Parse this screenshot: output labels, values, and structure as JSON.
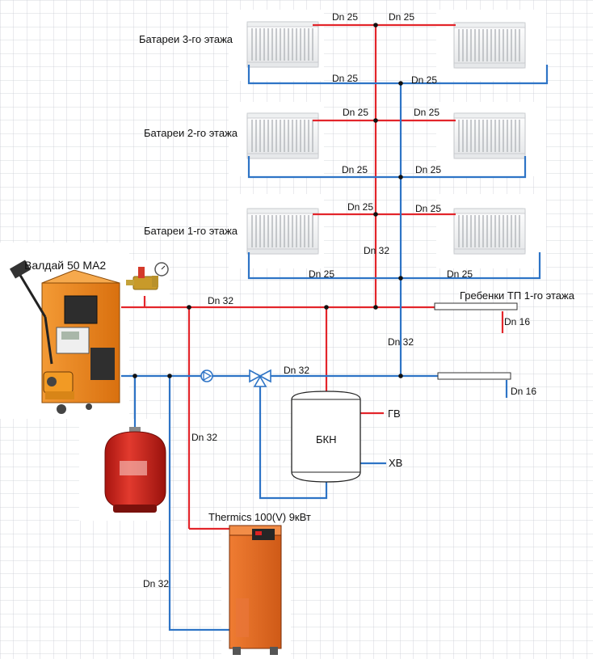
{
  "colors": {
    "supply": "#e3252b",
    "return": "#2e74c6",
    "grid": "#c9ccd3",
    "boiler_body": "#f08a1d",
    "tank_red": "#d92a22"
  },
  "floors": {
    "f3": {
      "label": "Батареи 3-го этажа",
      "sup_left": "Dn 25",
      "sup_right": "Dn 25",
      "ret_left": "Dn 25",
      "ret_right": "Dn 25"
    },
    "f2": {
      "label": "Батареи 2-го этажа",
      "sup_left": "Dn 25",
      "sup_right": "Dn 25",
      "ret_left": "Dn 25",
      "ret_right": "Dn 25"
    },
    "f1": {
      "label": "Батареи 1-го этажа",
      "sup_left": "Dn 25",
      "sup_right": "Dn 25",
      "ret_left": "Dn 25",
      "ret_right": "Dn 25"
    }
  },
  "riser_dn": "Dn 32",
  "return_riser_dn": "Dn 32",
  "boiler": {
    "label": "Валдай 50 МА2"
  },
  "main_supply_dn": "Dn 32",
  "main_return_dn": "Dn 32",
  "manifold": {
    "label": "Гребенки ТП 1-го этажа",
    "supply_dn": "Dn 16",
    "return_dn": "Dn 16"
  },
  "tank": {
    "label": "БКН",
    "hot": "ГВ",
    "cold": "ХВ"
  },
  "electric_boiler": {
    "label": "Thermics 100(V) 9кВт",
    "supply_dn": "Dn 32",
    "return_dn": "Dn 32"
  }
}
